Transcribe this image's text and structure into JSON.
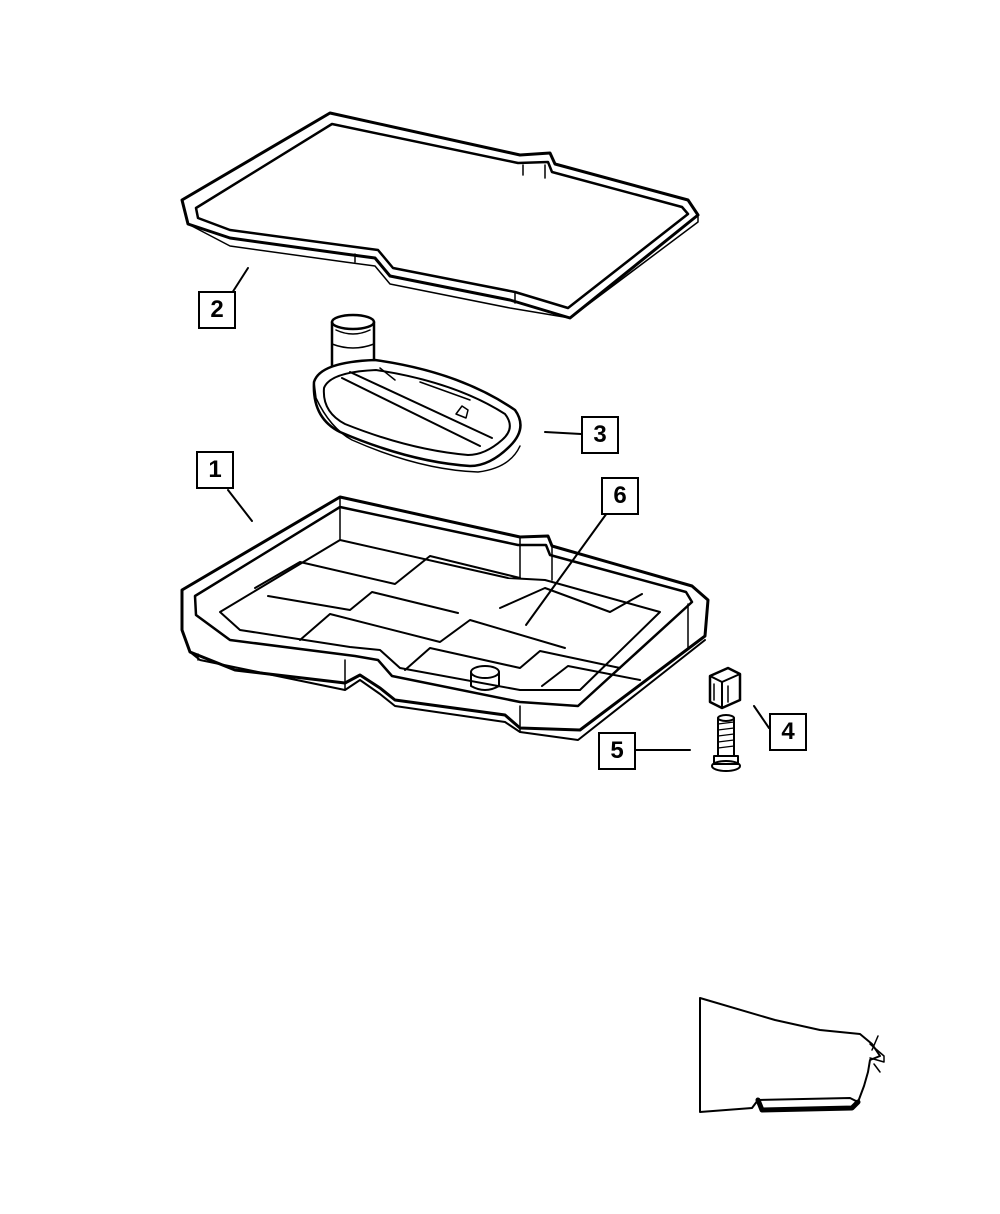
{
  "diagram": {
    "callouts": [
      {
        "id": "1",
        "label": "1",
        "part": "oil-pan"
      },
      {
        "id": "2",
        "label": "2",
        "part": "pan-gasket"
      },
      {
        "id": "3",
        "label": "3",
        "part": "filter"
      },
      {
        "id": "4",
        "label": "4",
        "part": "clip"
      },
      {
        "id": "5",
        "label": "5",
        "part": "bolt"
      },
      {
        "id": "6",
        "label": "6",
        "part": "magnet-location"
      }
    ],
    "line_color": "#000000",
    "background": "#ffffff"
  }
}
